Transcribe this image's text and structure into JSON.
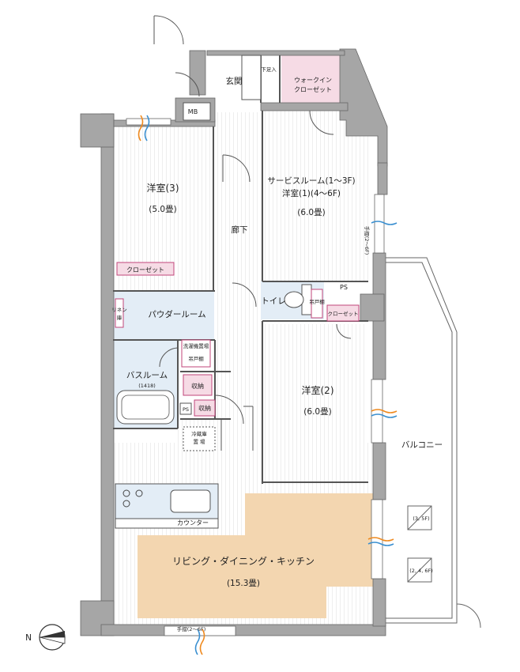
{
  "rooms": {
    "genkan": "玄関",
    "getabako": "下足入",
    "walkin_line1": "ウォークイン",
    "walkin_line2": "クローゼット",
    "mb": "MB",
    "western3_name": "洋室(3)",
    "western3_size": "(5.0畳)",
    "service_line1": "サービスルーム(1〜3F)",
    "service_line2": "洋室(1)(4〜6F)",
    "service_size": "(6.0畳)",
    "corridor": "廊下",
    "closet_w3": "クローゼット",
    "toilet": "トイレ",
    "ps_top": "PS",
    "toilet_shelf": "吊戸棚",
    "closet_small": "クローゼット",
    "powder": "パウダールーム",
    "linen_line1": "リネン",
    "linen_line2": "庫",
    "washer_line1": "洗濯機置場",
    "washer_line2": "吊戸棚",
    "bath_name": "バスルーム",
    "bath_size": "(1418)",
    "storage1": "収納",
    "storage2": "収納",
    "ps_bottom": "PS",
    "fridge_line1": "冷蔵庫",
    "fridge_line2": "置 場",
    "western2_name": "洋室(2)",
    "western2_size": "(6.0畳)",
    "balcony": "バルコニー",
    "counter": "カウンター",
    "ldk_name": "リビング・ダイニング・キッチン",
    "ldk_size": "(15.3畳)",
    "handrail_side": "手摺(2〜6F)",
    "handrail_bottom": "手摺(2〜6F)",
    "hatch1": "(3, 5F)",
    "hatch2": "(2, 4, 6F)"
  },
  "compass": {
    "label": "N"
  },
  "colors": {
    "wall": "#a6a6a6",
    "wall_edge": "#666666",
    "ldk_floor": "#f3d6b0",
    "wet_area": "#e3edf6",
    "closet_fill": "#f6dbe5",
    "closet_edge": "#c0467a",
    "flooring_line": "#d4d4d4",
    "window_blue": "#3a8fd0",
    "window_orange": "#ef8a1f"
  }
}
